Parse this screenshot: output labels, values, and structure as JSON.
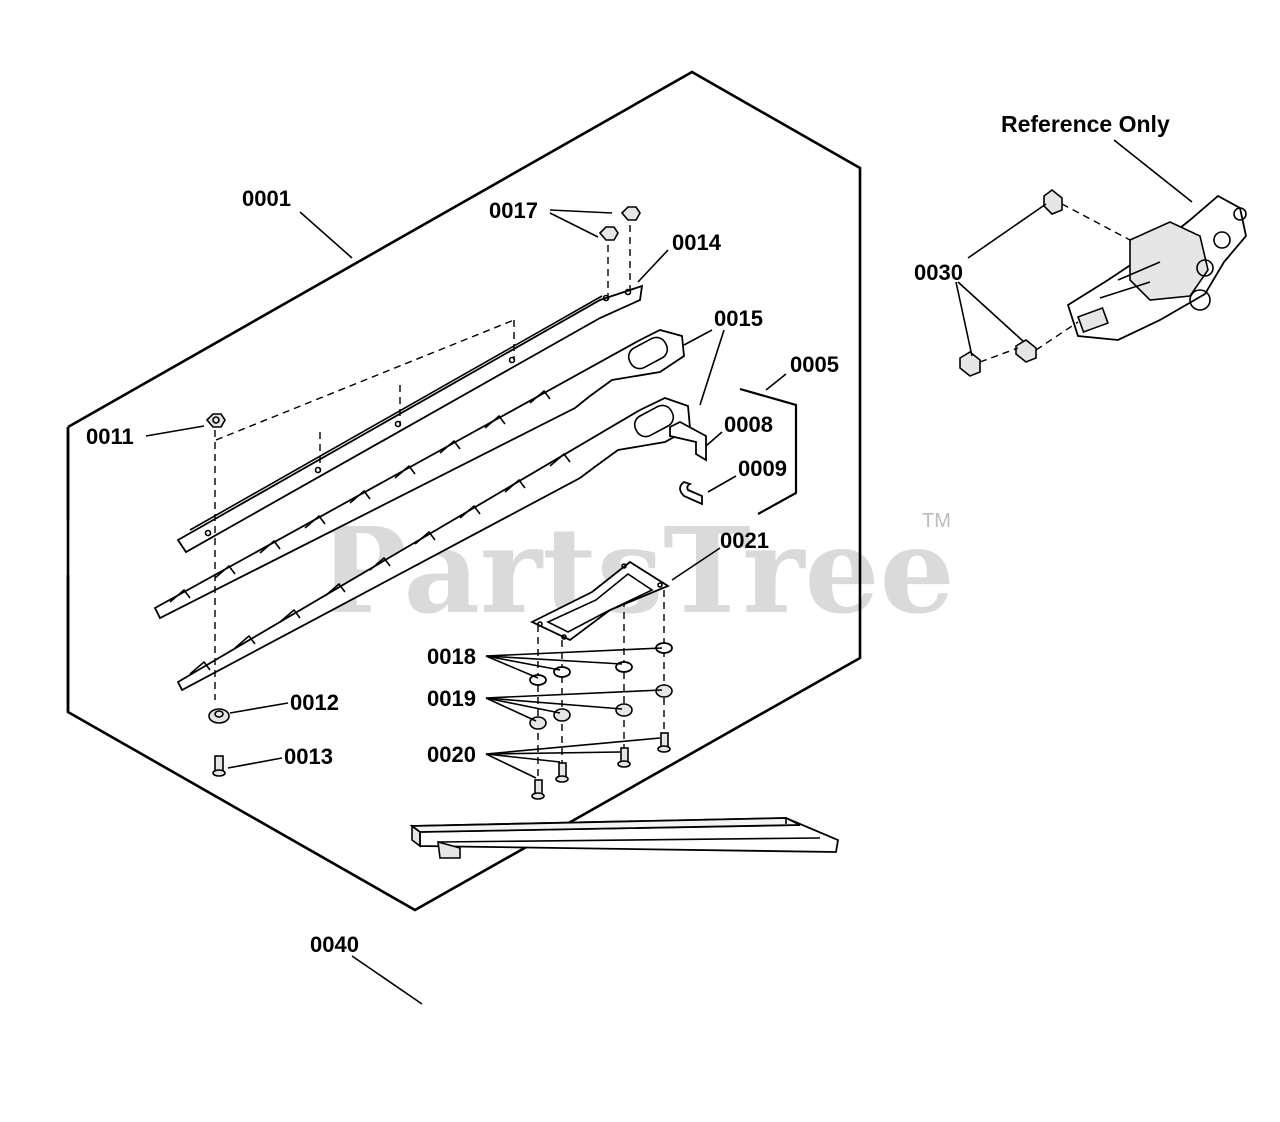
{
  "reference_label": "Reference Only",
  "watermark": "PartsTree",
  "trademark": "TM",
  "labels": {
    "p0001": "0001",
    "p0005": "0005",
    "p0008": "0008",
    "p0009": "0009",
    "p0011": "0011",
    "p0012": "0012",
    "p0013": "0013",
    "p0014": "0014",
    "p0015": "0015",
    "p0017": "0017",
    "p0018": "0018",
    "p0019": "0019",
    "p0020": "0020",
    "p0021": "0021",
    "p0030": "0030",
    "p0040": "0040"
  }
}
